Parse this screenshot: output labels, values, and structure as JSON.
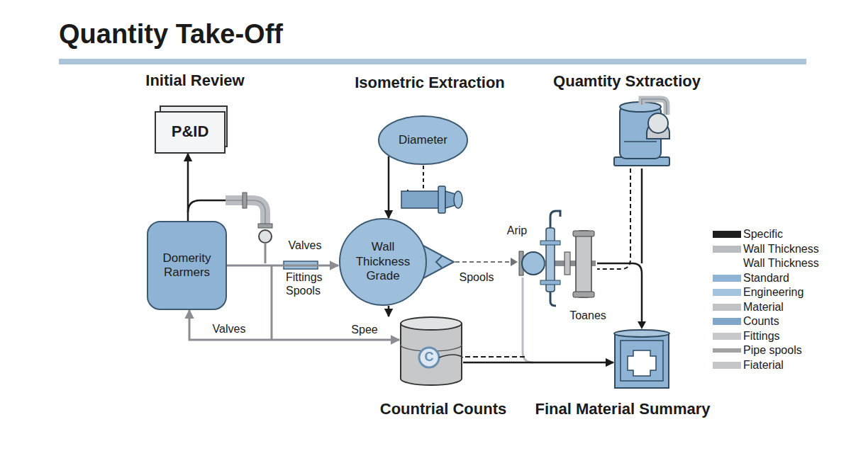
{
  "diagram": {
    "title": "Quantity Take-Off",
    "nodes": [
      {
        "text": [
          "P&ID"
        ]
      },
      {
        "text": [
          "Domerity Rarmers"
        ]
      },
      {
        "text": [
          "Diameter"
        ]
      },
      {
        "text": [
          "Wall Thickness Grade"
        ]
      },
      {
        "text": [
          "Countrial Counts"
        ]
      },
      {
        "text": [
          "Final Material Summary"
        ]
      }
    ],
    "edges": [
      {
        "from": 1,
        "to": 0,
        "arrow": "to"
      },
      {
        "from": 1,
        "to": 3,
        "arrow": "to",
        "label": "Valves"
      },
      {
        "from": 2,
        "to": 3,
        "arrow": "to"
      },
      {
        "from": 3,
        "to": 4,
        "arrow": "to"
      },
      {
        "from": 1,
        "to": 4,
        "arrow": "both",
        "label": "Spee"
      },
      {
        "from": 4,
        "to": 5,
        "arrow": "to"
      }
    ],
    "labels": [
      "Initial Review",
      "Isometric Extraction",
      "Quamtity Sxtractioy",
      "Fittings Spools",
      "Valves",
      "Spools",
      "Arip",
      "Toanes",
      "Wall Thickness",
      "C"
    ],
    "legend": [
      {
        "text": "Specific",
        "color": "#1e1e1e"
      },
      {
        "text": "Wall Thickness",
        "color": "#b9bdc2"
      },
      {
        "text": "Standard",
        "color": "#8fb3d4"
      },
      {
        "text": "Engineering",
        "color": "#a3c3de"
      },
      {
        "text": "Material",
        "color": "#c0c2c4"
      },
      {
        "text": "Counts",
        "color": "#7fa6c8"
      },
      {
        "text": "Fittings",
        "color": "#c6c8ca"
      },
      {
        "text": "Pipe spools",
        "color": "#a0a2a4"
      },
      {
        "text": "Fiaterial",
        "color": "#c4c6c8"
      }
    ]
  }
}
